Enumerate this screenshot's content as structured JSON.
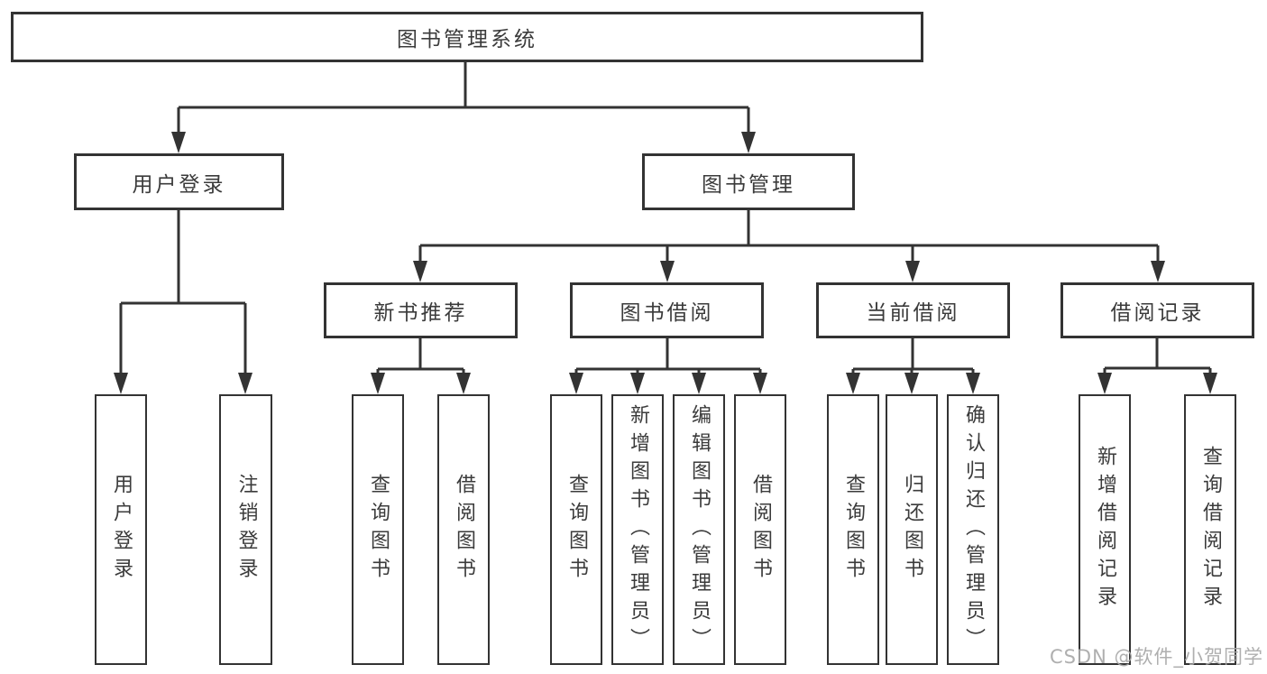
{
  "hierarchy": {
    "root": {
      "label": "图书管理系统",
      "children": [
        {
          "label": "用户登录",
          "children": [
            {
              "label": "用户登录"
            },
            {
              "label": "注销登录"
            }
          ]
        },
        {
          "label": "图书管理",
          "children": [
            {
              "label": "新书推荐",
              "children": [
                {
                  "label": "查询图书"
                },
                {
                  "label": "借阅图书"
                }
              ]
            },
            {
              "label": "图书借阅",
              "children": [
                {
                  "label": "查询图书"
                },
                {
                  "label": "新增图书（管理员）"
                },
                {
                  "label": "编辑图书（管理员）"
                },
                {
                  "label": "借阅图书"
                }
              ]
            },
            {
              "label": "当前借阅",
              "children": [
                {
                  "label": "查询图书"
                },
                {
                  "label": "归还图书"
                },
                {
                  "label": "确认归还（管理员）"
                }
              ]
            },
            {
              "label": "借阅记录",
              "children": [
                {
                  "label": "新增借阅记录"
                },
                {
                  "label": "查询借阅记录"
                }
              ]
            }
          ]
        }
      ]
    }
  },
  "watermark": {
    "text": "CSDN @软件_小贺同学"
  },
  "colors": {
    "line": "#333333",
    "text": "#3b3b3b",
    "box_background": "#ffffff",
    "watermark": "#a8a8a8"
  }
}
